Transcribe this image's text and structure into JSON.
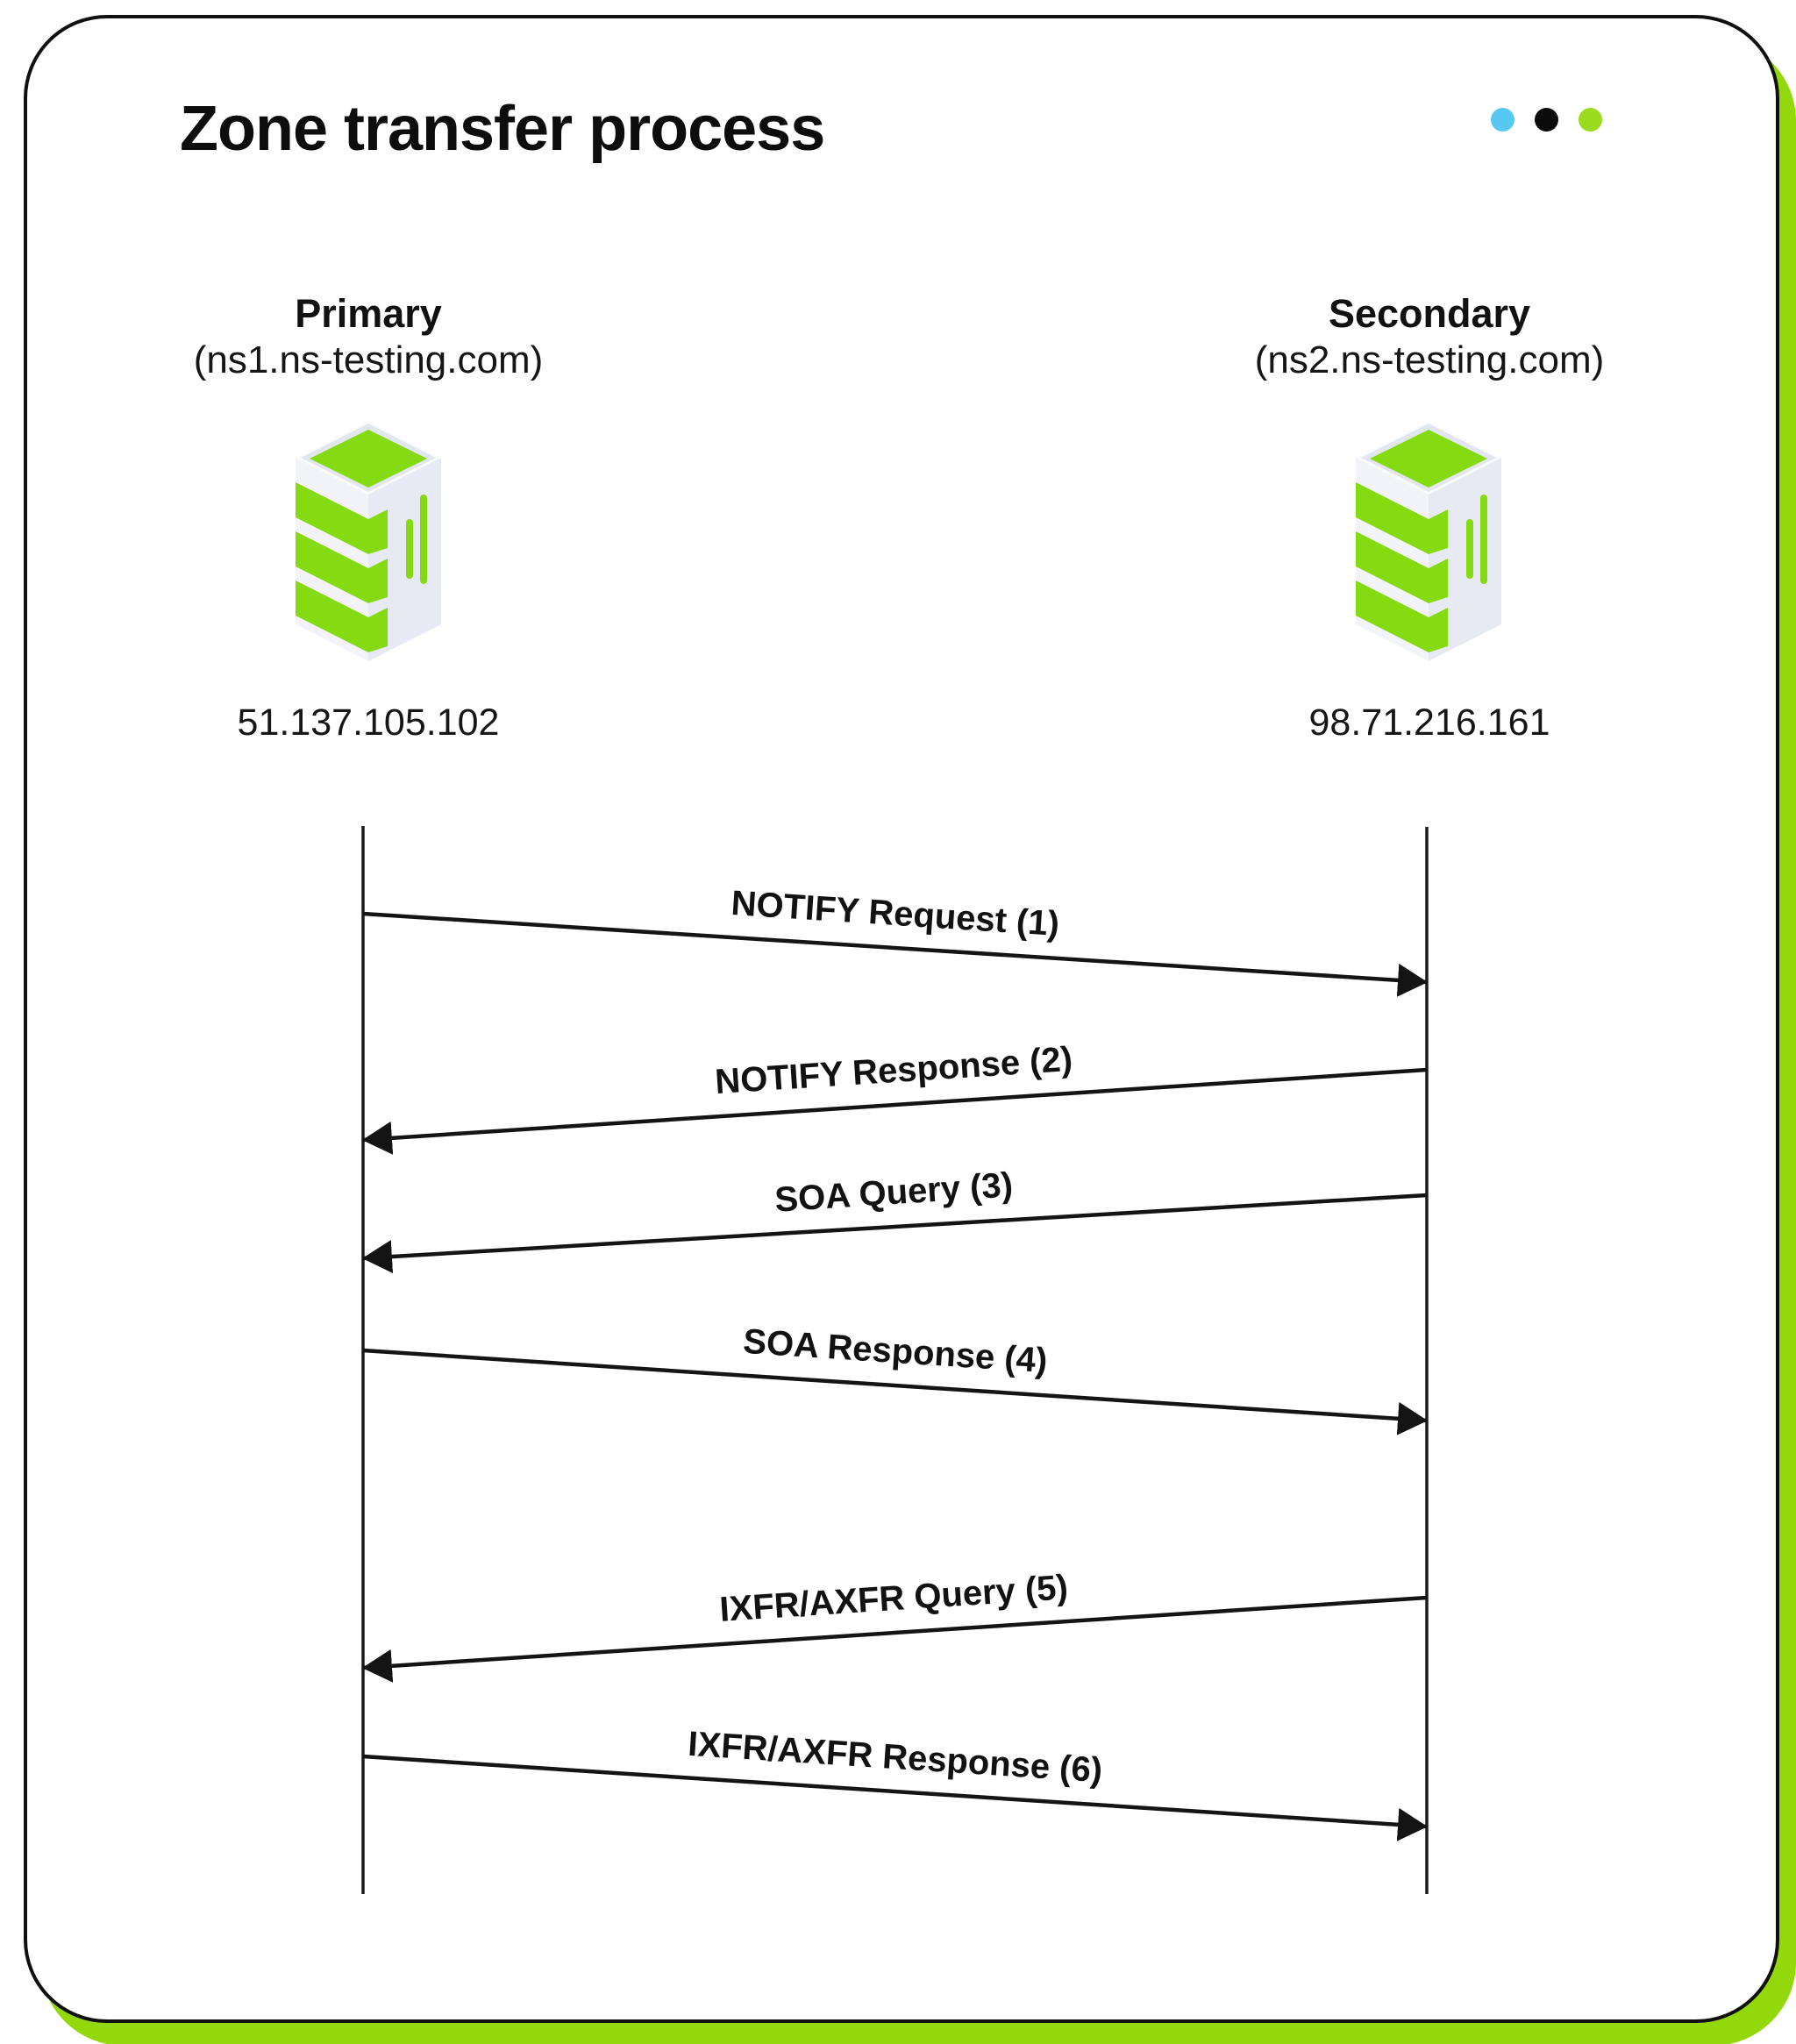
{
  "header": {
    "title": "Zone transfer process",
    "dots": [
      {
        "name": "blue-dot",
        "color": "#56c8f2"
      },
      {
        "name": "black-dot",
        "color": "#0b0b0b"
      },
      {
        "name": "green-dot",
        "color": "#9bdb1d"
      }
    ]
  },
  "nodes": [
    {
      "role": "Primary",
      "host": "(ns1.ns-testing.com)",
      "ip": "51.137.105.102"
    },
    {
      "role": "Secondary",
      "host": "(ns2.ns-testing.com)",
      "ip": "98.71.216.161"
    }
  ],
  "messages": [
    {
      "label": "NOTIFY Request (1)",
      "from": "Primary",
      "to": "Secondary"
    },
    {
      "label": "NOTIFY Response (2)",
      "from": "Secondary",
      "to": "Primary"
    },
    {
      "label": "SOA Query (3)",
      "from": "Secondary",
      "to": "Primary"
    },
    {
      "label": "SOA Response (4)",
      "from": "Primary",
      "to": "Secondary"
    },
    {
      "label": "IXFR/AXFR Query (5)",
      "from": "Secondary",
      "to": "Primary"
    },
    {
      "label": "IXFR/AXFR Response (6)",
      "from": "Primary",
      "to": "Secondary"
    }
  ],
  "colors": {
    "accent_green": "#93d80b",
    "server_green": "#85da12",
    "dot_blue": "#56c8f2",
    "dot_green": "#9bdb1d",
    "line_black": "#141414"
  }
}
